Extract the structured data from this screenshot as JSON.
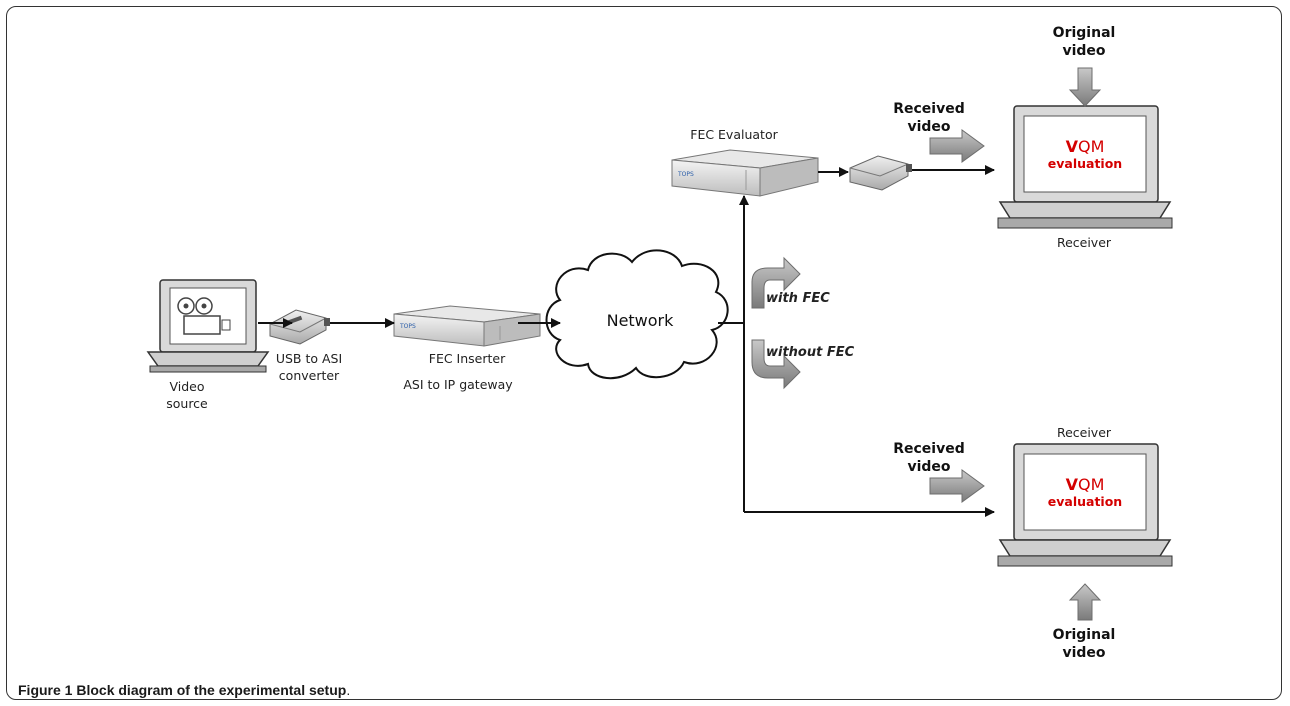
{
  "labels": {
    "video_source": "Video\nsource",
    "usb_converter": "USB to ASI\nconverter",
    "fec_inserter": "FEC Inserter",
    "asi_gateway": "ASI to IP gateway",
    "network": "Network",
    "fec_evaluator": "FEC Evaluator",
    "with_fec": "with FEC",
    "without_fec": "without FEC",
    "received_video_top": "Received\nvideo",
    "original_video_top": "Original\nvideo",
    "receiver_top": "Receiver",
    "received_video_bottom": "Received\nvideo",
    "original_video_bottom": "Original\nvideo",
    "receiver_bottom": "Receiver",
    "vqm_v": "V",
    "vqm_qm": "QM",
    "vqm_eval": "evaluation"
  },
  "caption": {
    "label": "Figure 1",
    "text": "Block diagram of the experimental setup",
    "period": "."
  },
  "colors": {
    "vqm_text": "#d40000",
    "arrow_gray": "#8a8a8a",
    "line": "#111111"
  }
}
